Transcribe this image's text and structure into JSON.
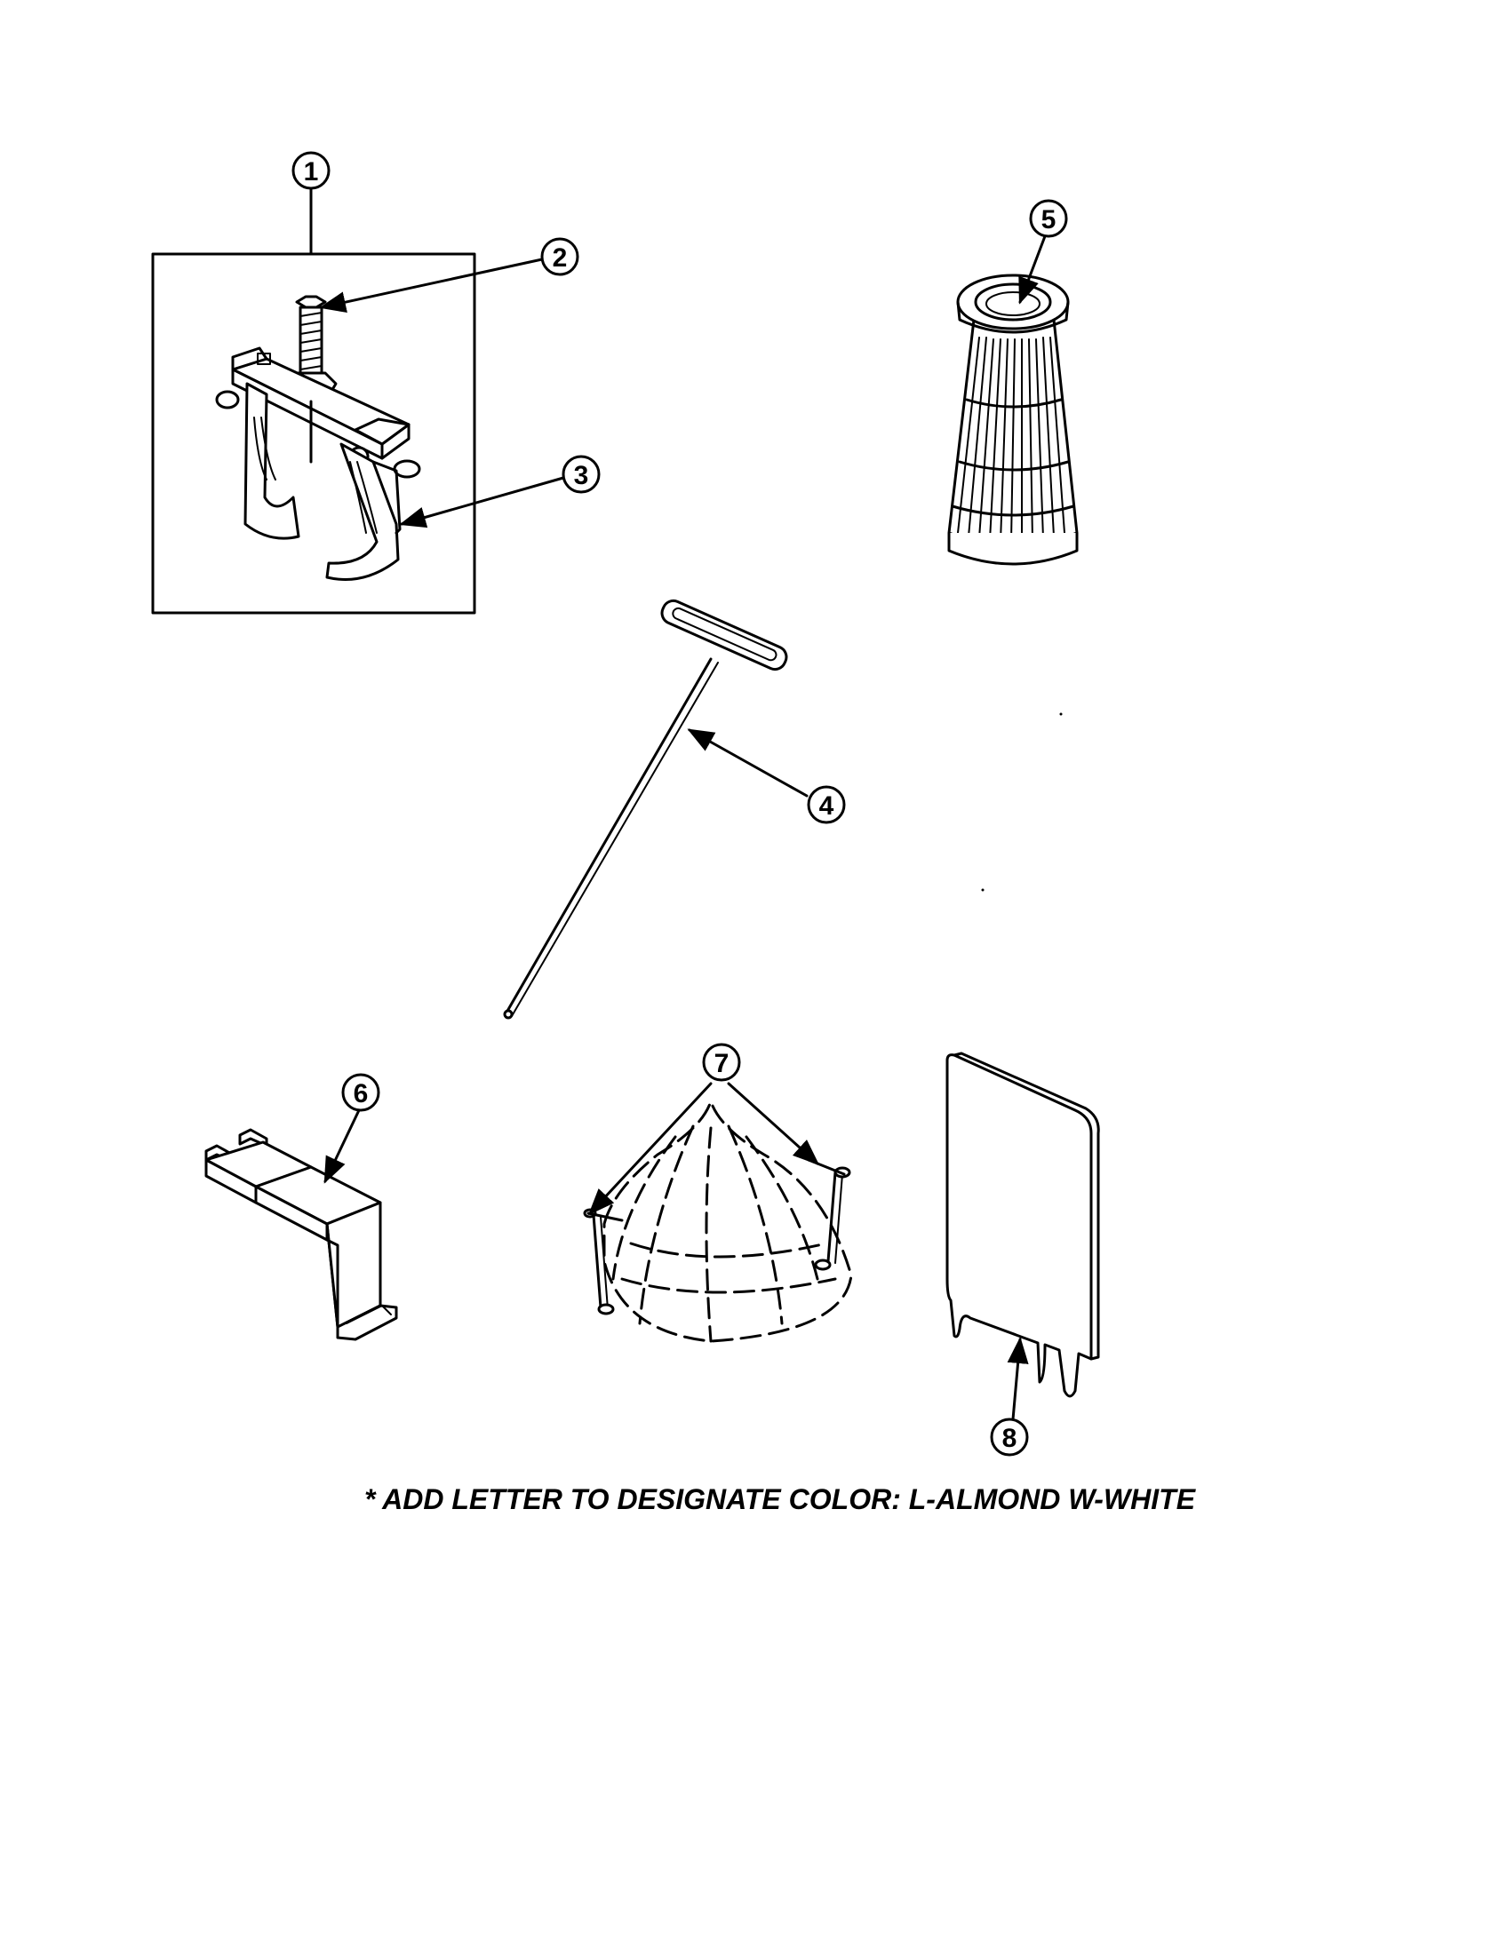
{
  "callouts": {
    "c1": "1",
    "c2": "2",
    "c3": "3",
    "c4": "4",
    "c5": "5",
    "c6": "6",
    "c7": "7",
    "c8": "8"
  },
  "footnote": "* ADD LETTER TO DESIGNATE COLOR:  L-ALMOND  W-WHITE",
  "parts": [
    {
      "callout": "1",
      "icon": "puller-kit-box-icon"
    },
    {
      "callout": "2",
      "icon": "puller-bolt-icon"
    },
    {
      "callout": "3",
      "icon": "puller-jaw-icon"
    },
    {
      "callout": "4",
      "icon": "t-handle-wrench-icon"
    },
    {
      "callout": "5",
      "icon": "filter-cone-icon"
    },
    {
      "callout": "6",
      "icon": "bracket-icon"
    },
    {
      "callout": "7",
      "icon": "agitator-fins-icon"
    },
    {
      "callout": "8",
      "icon": "panel-plate-icon"
    }
  ]
}
